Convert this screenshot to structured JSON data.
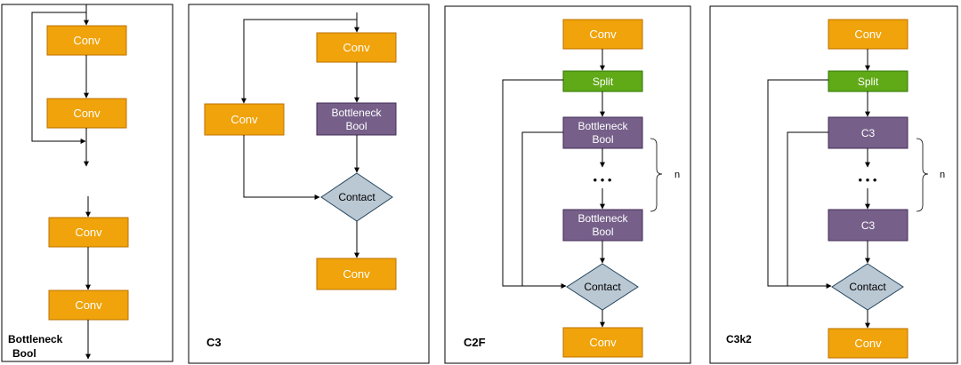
{
  "colors": {
    "conv": "#F0A30A",
    "conv_border": "#BD7000",
    "split": "#60A917",
    "split_border": "#2D7600",
    "bottleneck": "#76608A",
    "bottleneck_border": "#432D57",
    "contact": "#BAC8D3",
    "contact_border": "#23445D",
    "line": "#000000",
    "panel_border": "#000000"
  },
  "panels": [
    {
      "caption_lines": [
        "Bottleneck",
        "Bool"
      ],
      "blocks": [
        {
          "label_lines": [
            "Conv"
          ]
        },
        {
          "label_lines": [
            "Conv"
          ]
        },
        {
          "label_lines": [
            "Conv"
          ]
        },
        {
          "label_lines": [
            "Conv"
          ]
        }
      ]
    },
    {
      "caption_lines": [
        "C3"
      ],
      "blocks": [
        {
          "label_lines": [
            "Conv"
          ]
        },
        {
          "label_lines": [
            "Conv"
          ]
        },
        {
          "label_lines": [
            "Bottleneck",
            "Bool"
          ]
        },
        {
          "label_lines": [
            "Contact"
          ]
        },
        {
          "label_lines": [
            "Conv"
          ]
        }
      ]
    },
    {
      "caption_lines": [
        "C2F"
      ],
      "ellipsis": "• • •",
      "brace_label": "n",
      "blocks": [
        {
          "label_lines": [
            "Conv"
          ]
        },
        {
          "label_lines": [
            "Split"
          ]
        },
        {
          "label_lines": [
            "Bottleneck",
            "Bool"
          ]
        },
        {
          "label_lines": [
            "Bottleneck",
            "Bool"
          ]
        },
        {
          "label_lines": [
            "Contact"
          ]
        },
        {
          "label_lines": [
            "Conv"
          ]
        }
      ]
    },
    {
      "caption_lines": [
        "C3k2"
      ],
      "ellipsis": "• • •",
      "brace_label": "n",
      "blocks": [
        {
          "label_lines": [
            "Conv"
          ]
        },
        {
          "label_lines": [
            "Split"
          ]
        },
        {
          "label_lines": [
            "C3"
          ]
        },
        {
          "label_lines": [
            "C3"
          ]
        },
        {
          "label_lines": [
            "Contact"
          ]
        },
        {
          "label_lines": [
            "Conv"
          ]
        }
      ]
    }
  ]
}
